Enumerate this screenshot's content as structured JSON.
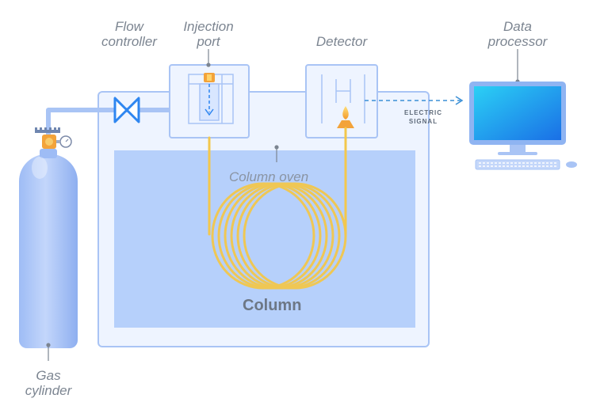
{
  "labels": {
    "flow_controller": [
      "Flow",
      "controller"
    ],
    "injection_port": [
      "Injection",
      "port"
    ],
    "detector": [
      "Detector"
    ],
    "data_processor": [
      "Data",
      "processor"
    ],
    "gas_cylinder": [
      "Gas",
      "cylinder"
    ],
    "column_oven": "Column oven",
    "column": "Column",
    "electric_signal": [
      "ELECTRIC",
      "SIGNAL"
    ]
  },
  "colors": {
    "tubing": "#a9c4f5",
    "oven": "#eaf1ff",
    "oven_inner": "#b4cffb",
    "column": "#f3c74c",
    "valve": "#2e86f0",
    "signal_line": "#3a8fd6",
    "monitor_frame": "#8fb4f2",
    "screen": "#1fa3f0"
  },
  "icons": [
    "gas-cylinder-icon",
    "regulator-icon",
    "valve-icon",
    "injector-icon",
    "flame-icon",
    "monitor-icon",
    "keyboard-icon",
    "mouse-icon"
  ]
}
